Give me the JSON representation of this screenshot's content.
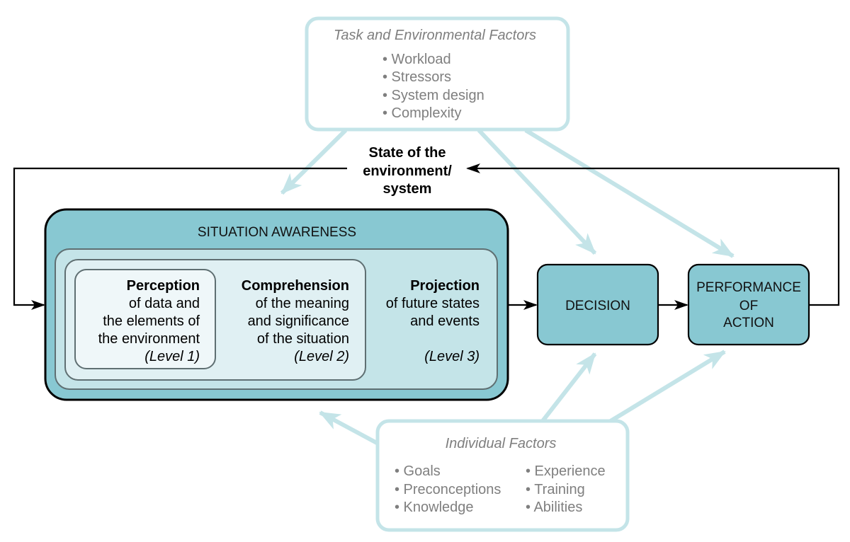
{
  "colors": {
    "teal_dark": "#88c8d2",
    "teal_mid": "#c4e4e8",
    "teal_light": "#e0f0f3",
    "teal_lightest": "#eff7f9",
    "factor_border": "#c4e4e8",
    "factor_text": "#7f7f7f",
    "inner_border": "#5f6f72",
    "line_black": "#000000"
  },
  "task_factors": {
    "title": "Task and Environmental Factors",
    "items": [
      "• Workload",
      "• Stressors",
      "• System design",
      "• Complexity"
    ]
  },
  "state": {
    "lines": [
      "State of the",
      "environment/",
      "system"
    ]
  },
  "situation_awareness": {
    "title": "SITUATION AWARENESS",
    "perception": {
      "heading": "Perception",
      "lines": [
        "of data and",
        "the elements of",
        "the environment"
      ],
      "level": "(Level 1)"
    },
    "comprehension": {
      "heading": "Comprehension",
      "lines": [
        "of the meaning",
        "and significance",
        "of the situation"
      ],
      "level": "(Level 2)"
    },
    "projection": {
      "heading": "Projection",
      "lines": [
        "of future states",
        "and events"
      ],
      "level": "(Level 3)"
    }
  },
  "decision": {
    "label": "DECISION"
  },
  "performance": {
    "lines": [
      "PERFORMANCE",
      "OF",
      "ACTION"
    ]
  },
  "individual_factors": {
    "title": "Individual Factors",
    "col1": [
      "• Goals",
      "• Preconceptions",
      "• Knowledge"
    ],
    "col2": [
      "• Experience",
      "• Training",
      "• Abilities"
    ]
  }
}
